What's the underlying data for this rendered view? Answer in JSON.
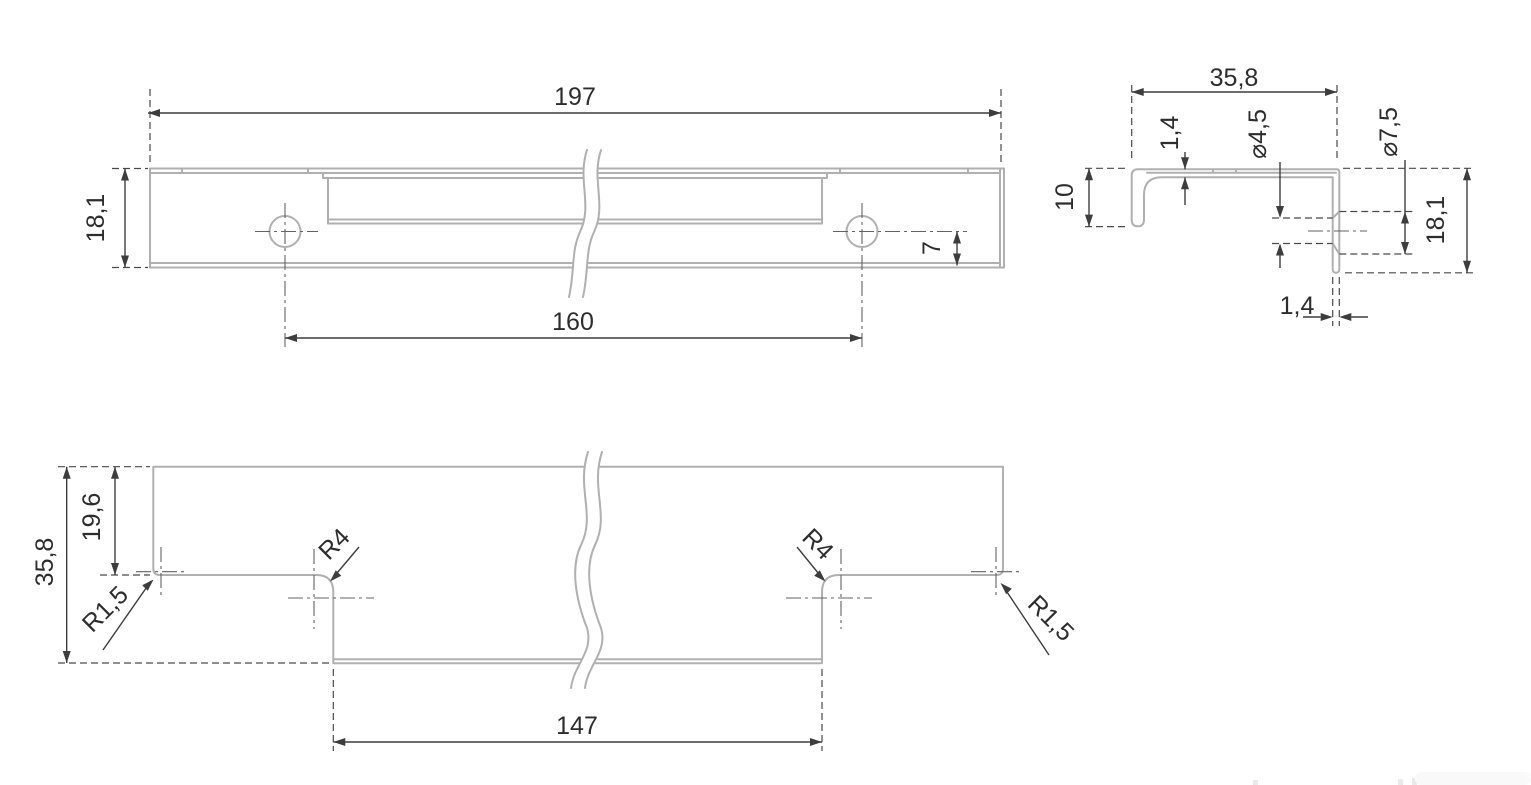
{
  "drawing": {
    "type": "technical-dimension-drawing",
    "front": {
      "length": "197",
      "height": "18,1",
      "hole_spacing": "160",
      "hole_offset_bottom": "7"
    },
    "section": {
      "width": "35,8",
      "top_thickness": "1,4",
      "lip_height": "10",
      "small_hole_dia": "⌀4,5",
      "large_hole_dia": "⌀7,5",
      "height": "18,1",
      "wall_thickness": "1,4"
    },
    "plan": {
      "depth": "35,8",
      "front_depth": "19,6",
      "left_corner_radius": "R1,5",
      "left_step_radius": "R4",
      "right_step_radius": "R4",
      "right_corner_radius": "R1,5",
      "cutout_length": "147"
    },
    "colors": {
      "geometry": "#b0b0b0",
      "dimension": "#3d3d3d",
      "background": "#ffffff"
    }
  }
}
